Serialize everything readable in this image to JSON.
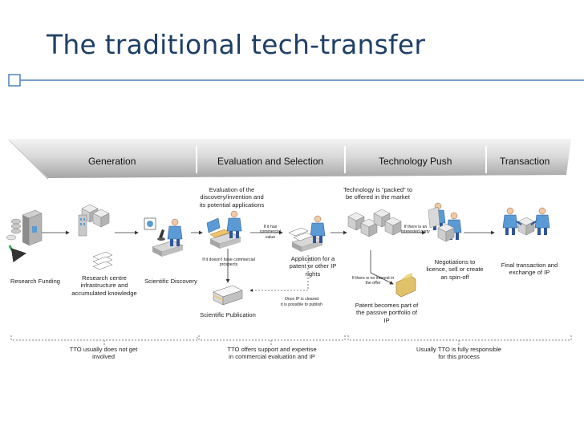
{
  "title": "The traditional tech-transfer",
  "stages": [
    "Generation",
    "Evaluation and Selection",
    "Technology Push",
    "Transaction"
  ],
  "nodes": {
    "research_funding": "Research Funding",
    "research_centre": "Research centre infrastructure and accumulated knowledge",
    "scientific_discovery": "Scientific Discovery",
    "evaluation": "Evaluation of the discovery/invention and its potential applications",
    "no_prospects": "If it doesn't have commercial prospects",
    "commercial_value": "If it has commercial value",
    "application": "Application for a patent or other IP rights",
    "scientific_publication": "Scientific Publication",
    "once_ip_cleared": "Once IP is cleared",
    "possible_publish": "it is possible to publish",
    "technology_packed": "Technology is “packed” to be offered in the market",
    "interested_party": "If there is an interested party",
    "no_interest": "If there is no interest in the offer",
    "passive_portfolio": "Patent becomes part of the passive portfolio of IP",
    "negotiations": "Negotiations to licence, sell or create an spin-off",
    "final_transaction": "Final transaction and exchange of IP"
  },
  "notes": {
    "tto_not_involved": "TTO usually does not get involved",
    "tto_support": "TTO offers support and expertise in commercial evaluation and IP",
    "tto_responsible": "Usually TTO is fully responsible for this process"
  },
  "colors": {
    "title": "#1f3f66",
    "rule": "#4f81bd",
    "band_light": "#f2f2f2",
    "band_dark": "#a6a6a6",
    "arrow": "#333333",
    "bracket": "#7f7f7f",
    "figure_blue": "#5b9bd5",
    "figure_dark": "#2f5597",
    "paper": "#eeeeee",
    "folder": "#e0c26a"
  }
}
